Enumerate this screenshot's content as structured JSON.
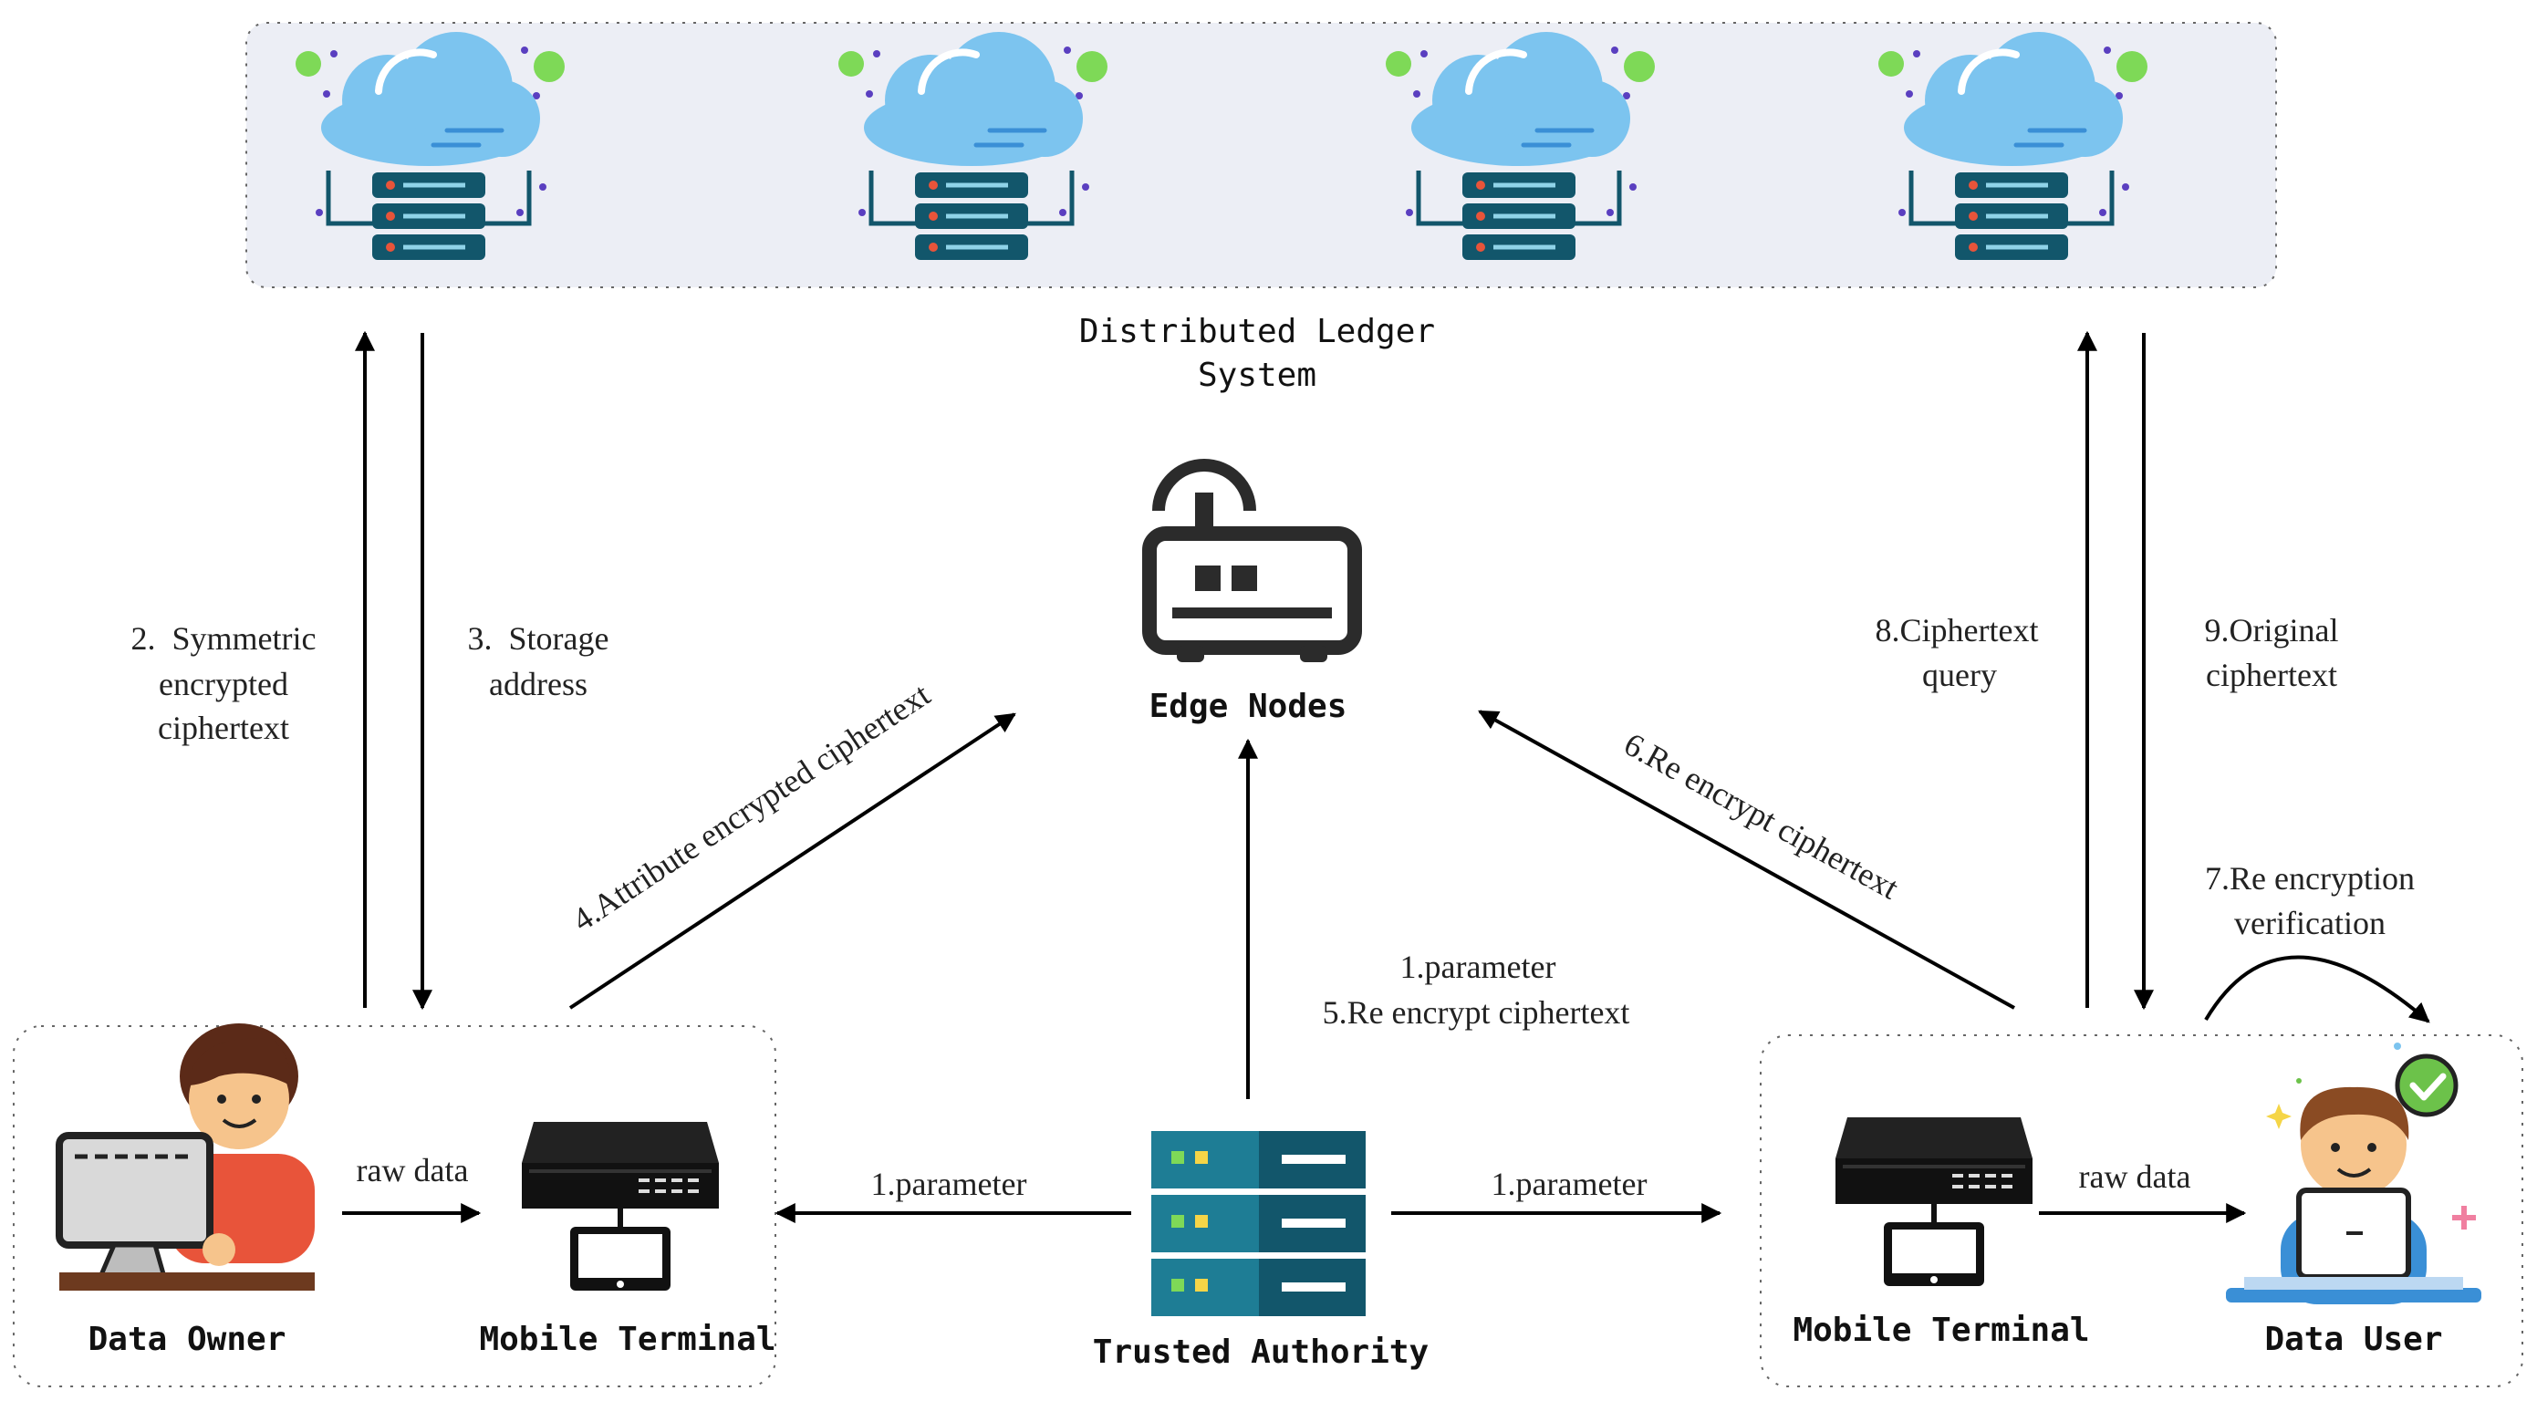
{
  "ledger": {
    "label_line1": "Distributed Ledger",
    "label_line2": "System"
  },
  "edge": {
    "label": "Edge Nodes"
  },
  "authority": {
    "label": "Trusted Authority"
  },
  "owner_group": {
    "owner_label": "Data Owner",
    "terminal_label": "Mobile Terminal",
    "raw_data": "raw data"
  },
  "user_group": {
    "terminal_label": "Mobile Terminal",
    "user_label": "Data User",
    "raw_data": "raw data"
  },
  "steps": {
    "s2_l1": "2.  Symmetric",
    "s2_l2": "encrypted",
    "s2_l3": "ciphertext",
    "s3_l1": "3.  Storage",
    "s3_l2": "address",
    "s4": "4.Attribute encrypted ciphertext",
    "s6": "6.Re encrypt ciphertext",
    "s8_l1": "8.Ciphertext",
    "s8_l2": "query",
    "s9_l1": "9.Original",
    "s9_l2": "ciphertext",
    "s7_l1": "7.Re encryption",
    "s7_l2": "verification",
    "center_l1": "1.parameter",
    "center_l2": "5.Re encrypt ciphertext",
    "param_left": "1.parameter",
    "param_right": "1.parameter"
  },
  "colors": {
    "cloud": "#7cc4ef",
    "server_dark": "#12566b",
    "server_mid": "#1e7d95",
    "green_dot": "#7ed957",
    "purple_dot": "#5a3fc0",
    "ledger_bg": "#eceef5",
    "owner_shirt": "#e8543a",
    "skin": "#f6c48c",
    "hair": "#5b2a18",
    "user_shirt": "#3a8fd6",
    "check": "#6cc24a"
  }
}
